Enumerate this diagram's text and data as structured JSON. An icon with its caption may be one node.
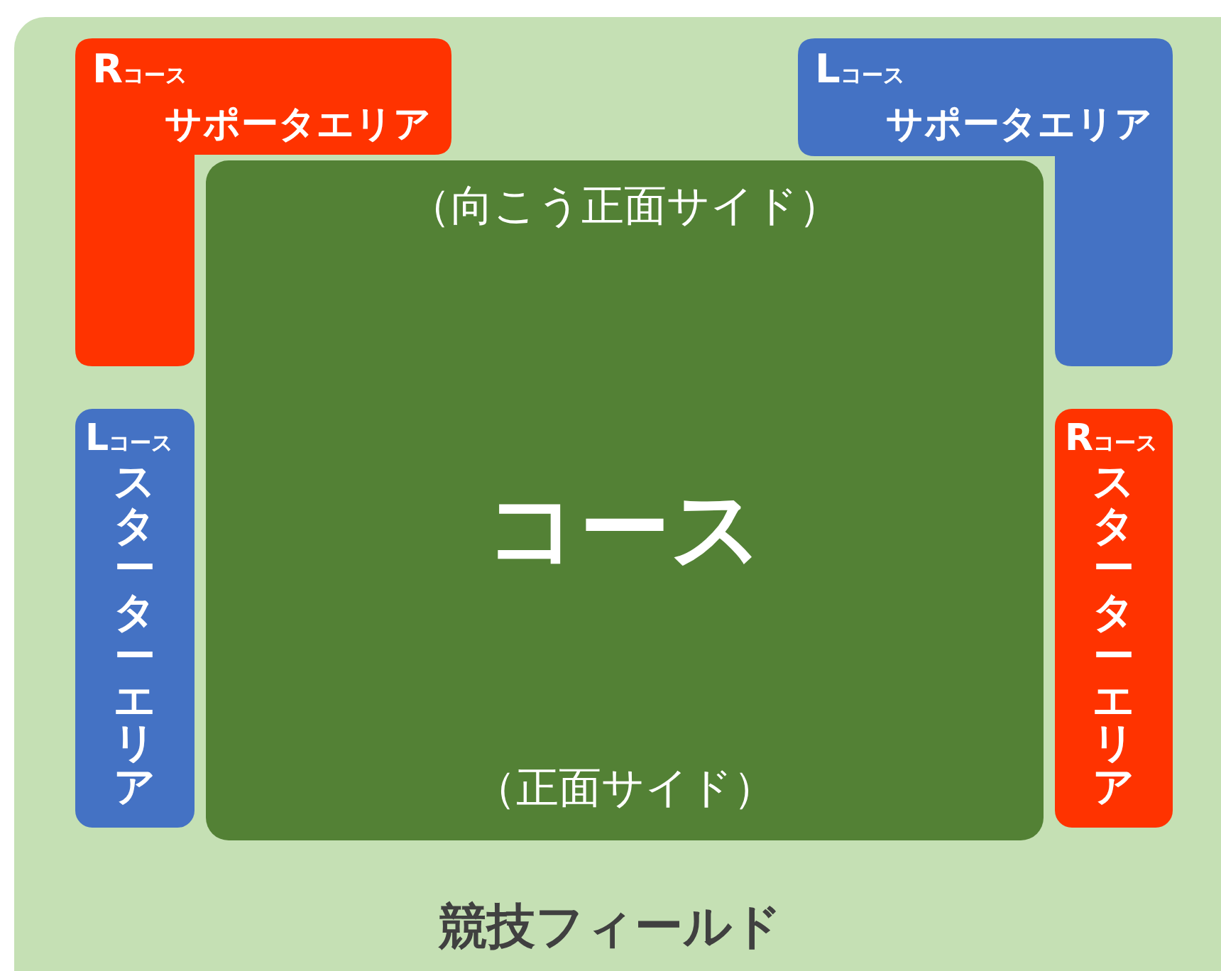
{
  "diagram": {
    "nodes": [
      {
        "text": [
          "競技フィールド"
        ]
      },
      {
        "text": [
          "Rコース",
          "サポータエリア"
        ],
        "in": 0
      },
      {
        "text": [
          "Lコース",
          "サポータエリア"
        ],
        "in": 0
      },
      {
        "text": [
          "（向こう正面サイド）",
          "コース",
          "（正面サイド）"
        ],
        "in": 0
      },
      {
        "text": [
          "Lコース",
          "スターターエリア"
        ],
        "in": 0
      },
      {
        "text": [
          "Rコース",
          "スターターエリア"
        ],
        "in": 0
      }
    ]
  }
}
